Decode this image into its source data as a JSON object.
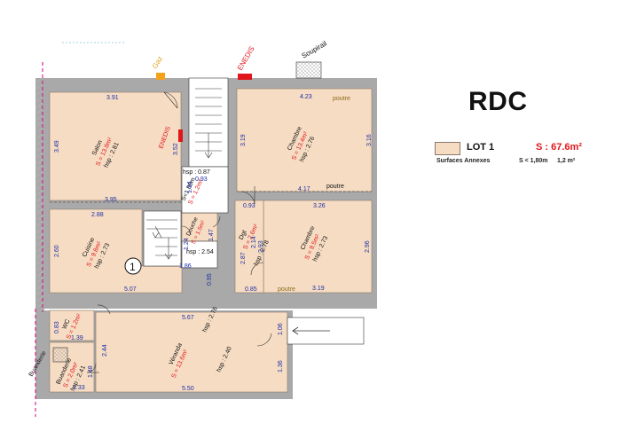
{
  "title": "RDC",
  "legend": {
    "lot": "LOT 1",
    "surface": "S : 67.6m²",
    "annex_label": "Surfaces Annexes",
    "annex_rule": "S < 1,80m",
    "annex_value": "1,2 m²"
  },
  "colors": {
    "room_fill": "#f6dcc3",
    "wall": "#a4a4a4",
    "accent_red": "#e0161a",
    "dimension_blue": "#1a2fa8"
  },
  "labels": {
    "gaz": "Gaz",
    "enedis_top": "ENEDIS",
    "enedis_side": "ENEDIS",
    "soupirail": "Soupirail",
    "poutre_top": "poutre",
    "poutre_mid": "poutre",
    "poutre_bottom": "poutre",
    "stairs_number": "1",
    "buanderie_side": "Buanderie"
  },
  "rooms": {
    "salon": {
      "name": "Salon",
      "surface": "S = 13.8m²",
      "hsp": "hsp : 2.81"
    },
    "chambre1": {
      "name": "Chambre",
      "surface": "S = 13.4m²",
      "hsp": "hsp : 2.76"
    },
    "chambre2": {
      "name": "Chambre",
      "surface": "S = 9.5m²",
      "hsp": "hsp : 2.73"
    },
    "cuisine": {
      "name": "Cuisine",
      "surface": "S = 9.8m²",
      "hsp : 2.73": "",
      "hsp": "hsp : 2.73"
    },
    "douche": {
      "name": "Douche",
      "surface": "S = 1.5m²",
      "hsp": "hsp : 2.54"
    },
    "dgt": {
      "name": "Dgt",
      "surface": "S = 2.6m²",
      "hsp": "hsp : 2.78"
    },
    "wc": {
      "name": "WC",
      "surface": "S = 1.2m²"
    },
    "buanderie": {
      "name": "Buanderie",
      "surface": "S = 2.0m²",
      "hsp": "hsp : 2.41"
    },
    "veranda": {
      "name": "Véranda",
      "surface": "S = 13.6m²",
      "hsp_a": "hsp : 2.76",
      "hsp_b": "hsp : 2.40"
    }
  },
  "notes": {
    "hsp_087": "hsp : 0.87",
    "s_180": "S<1.80m",
    "s_12": "S = 1.2m²"
  },
  "dimensions": {
    "salon_top": "3.91",
    "salon_left": "3.49",
    "salon_right": "3.52",
    "salon_bottom": "3.95",
    "chambre_top": "4.23",
    "chambre_left": "3.19",
    "chambre_right": "3.16",
    "chambre_bottom": "4.17",
    "chambre2_top": "3.26",
    "chambre2_right": "2.96",
    "chambre2_bottom": "3.19",
    "chambre2_left": "2.93",
    "cuisine_top": "2.88",
    "cuisine_left": "2.60",
    "cuisine_bottom": "5.07",
    "dim_186": "1.86",
    "dim_093_a": "0.93",
    "dim_134": "1.34",
    "dim_124": "1.24",
    "dim_147": "1.47",
    "dim_095": "0.95",
    "dim_093_b": "0.93",
    "dim_214": "2.14",
    "dim_287": "2.87",
    "dim_085": "0.85",
    "veranda_top": "5.67",
    "veranda_bottom": "5.50",
    "veranda_left": "2.44",
    "veranda_right_a": "1.06",
    "veranda_right_b": "1.36",
    "wc_left": "0.83",
    "wc_bottom": "1.39",
    "buand_bottom": "1.33",
    "buand_right": "1.48"
  }
}
